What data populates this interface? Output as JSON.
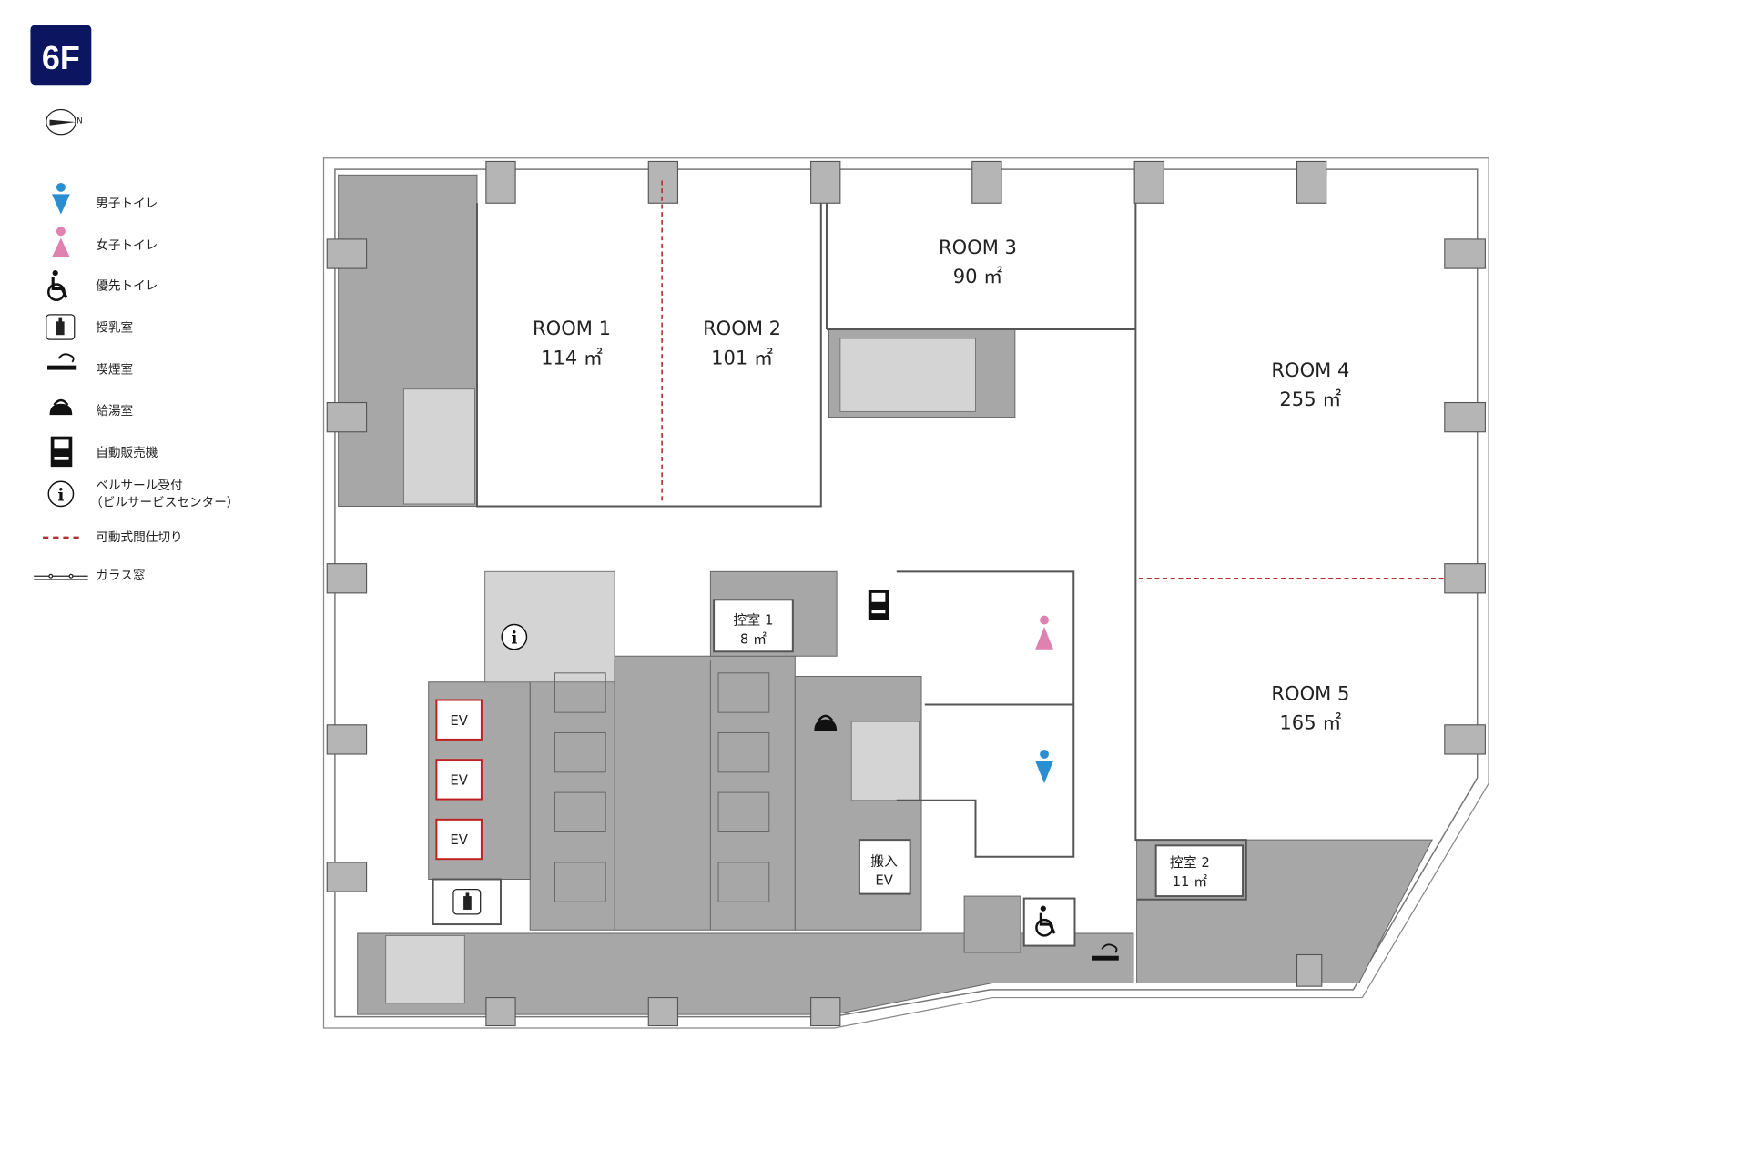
{
  "floor_badge": "6F",
  "compass_label": "N",
  "colors": {
    "badge": "#0b1560",
    "male": "#2a8fd0",
    "female": "#e082b0",
    "partition": "#b03030",
    "ev_border": "#c02020",
    "core_gray": "#a7a7a7"
  },
  "legend": [
    {
      "icon": "male-toilet-icon",
      "label": "男子トイレ"
    },
    {
      "icon": "female-toilet-icon",
      "label": "女子トイレ"
    },
    {
      "icon": "wheelchair-icon",
      "label": "優先トイレ"
    },
    {
      "icon": "baby-bottle-icon",
      "label": "授乳室"
    },
    {
      "icon": "smoking-icon",
      "label": "喫煙室"
    },
    {
      "icon": "kettle-icon",
      "label": "給湯室"
    },
    {
      "icon": "vending-machine-icon",
      "label": "自動販売機"
    },
    {
      "icon": "info-icon",
      "label": "ベルサール受付",
      "label2": "（ビルサービスセンター）"
    },
    {
      "icon": "movable-partition-icon",
      "label": "可動式間仕切り"
    },
    {
      "icon": "glass-window-icon",
      "label": "ガラス窓"
    }
  ],
  "rooms": [
    {
      "name": "ROOM 1",
      "area": "114 ㎡"
    },
    {
      "name": "ROOM 2",
      "area": "101 ㎡"
    },
    {
      "name": "ROOM 3",
      "area": "90 ㎡"
    },
    {
      "name": "ROOM 4",
      "area": "255 ㎡"
    },
    {
      "name": "ROOM 5",
      "area": "165 ㎡"
    }
  ],
  "anterooms": [
    {
      "name": "控室 1",
      "area": "8 ㎡"
    },
    {
      "name": "控室 2",
      "area": "11 ㎡"
    }
  ],
  "elevators": [
    "EV",
    "EV",
    "EV"
  ],
  "freight_ev": {
    "line1": "搬入",
    "line2": "EV"
  }
}
